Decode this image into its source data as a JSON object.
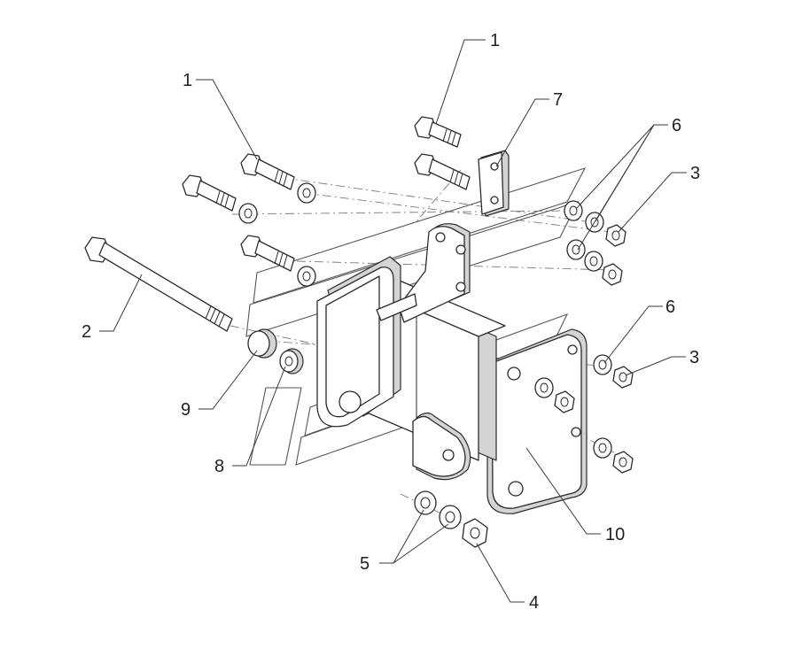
{
  "callouts": [
    {
      "id": "c1a",
      "label": "1"
    },
    {
      "id": "c1b",
      "label": "1"
    },
    {
      "id": "c7",
      "label": "7"
    },
    {
      "id": "c6a",
      "label": "6"
    },
    {
      "id": "c3a",
      "label": "3"
    },
    {
      "id": "c2",
      "label": "2"
    },
    {
      "id": "c6b",
      "label": "6"
    },
    {
      "id": "c3b",
      "label": "3"
    },
    {
      "id": "c9",
      "label": "9"
    },
    {
      "id": "c8",
      "label": "8"
    },
    {
      "id": "c10",
      "label": "10"
    },
    {
      "id": "c5",
      "label": "5"
    },
    {
      "id": "c4",
      "label": "4"
    }
  ]
}
